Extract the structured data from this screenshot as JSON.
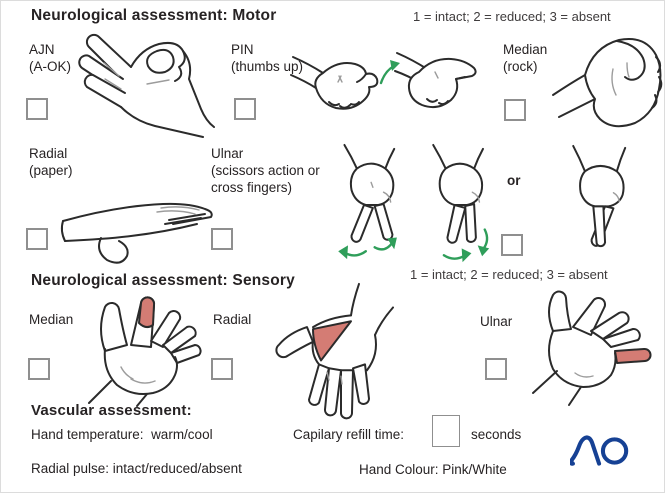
{
  "colors": {
    "ink": "#272324",
    "accent_green": "#2f9e5a",
    "shade_red": "#d47c74",
    "ao_blue": "#164194",
    "checkbox_border": "#8f8f8f"
  },
  "motor": {
    "title": "Neurological assessment: Motor",
    "legend": "1 = intact; 2 = reduced; 3 = absent",
    "items": [
      {
        "label": "AJN",
        "sublabel": "(A-OK)"
      },
      {
        "label": "PIN",
        "sublabel": "(thumbs up)"
      },
      {
        "label": "Median",
        "sublabel": "(rock)"
      },
      {
        "label": "Radial",
        "sublabel": "(paper)"
      },
      {
        "label": "Ulnar",
        "sublabel": "(scissors action or cross fingers)"
      }
    ],
    "or_label": "or"
  },
  "sensory": {
    "title": "Neurological assessment: Sensory",
    "legend": "1 = intact; 2 = reduced; 3 = absent",
    "items": [
      {
        "label": "Median"
      },
      {
        "label": "Radial"
      },
      {
        "label": "Ulnar"
      }
    ]
  },
  "vascular": {
    "title": "Vascular assessment:",
    "hand_temperature": "Hand temperature:  warm/cool",
    "capillary_refill_label": "Capilary refill time:",
    "capillary_refill_unit": "seconds",
    "capillary_refill_value": "",
    "radial_pulse": "Radial pulse: intact/reduced/absent",
    "hand_colour": "Hand Colour: Pink/White"
  },
  "logo": {
    "text": "AO"
  }
}
